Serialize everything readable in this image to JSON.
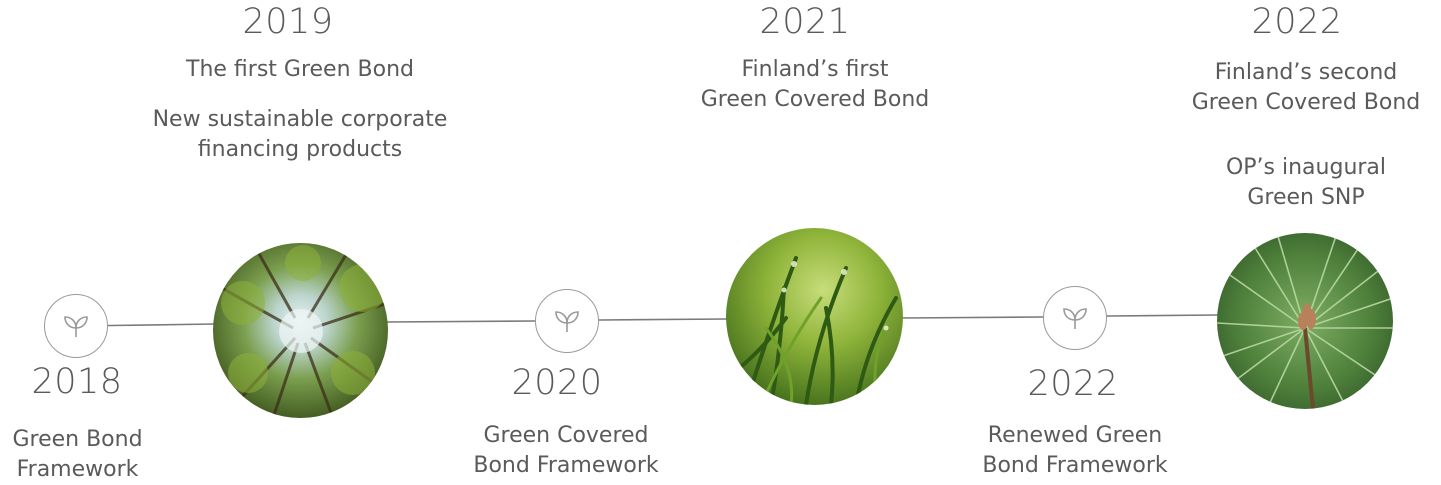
{
  "milestones_above": [
    {
      "year": "2019",
      "lines": [
        "The first Green Bond"
      ],
      "extra": "New sustainable corporate\nfinancing products"
    },
    {
      "year": "2021",
      "lines": [
        "Finland’s first\nGreen Covered Bond"
      ],
      "extra": ""
    },
    {
      "year": "2022",
      "lines": [
        "Finland’s second\nGreen Covered Bond"
      ],
      "extra": "OP’s inaugural\nGreen SNP"
    }
  ],
  "milestones_below": [
    {
      "year": "2018",
      "text": "Green Bond\nFramework"
    },
    {
      "year": "2020",
      "text": "Green Covered\nBond Framework"
    },
    {
      "year": "2022",
      "text": "Renewed Green\nBond Framework"
    }
  ],
  "icons": [
    "sprout-icon",
    "sprout-icon",
    "sprout-icon"
  ],
  "photos": [
    "forest-canopy-photo",
    "grass-dew-photo",
    "pine-needles-photo"
  ],
  "colors": {
    "text": "#5a5a5a",
    "line": "#7a7a7a",
    "icon": "#9a9a9a"
  }
}
